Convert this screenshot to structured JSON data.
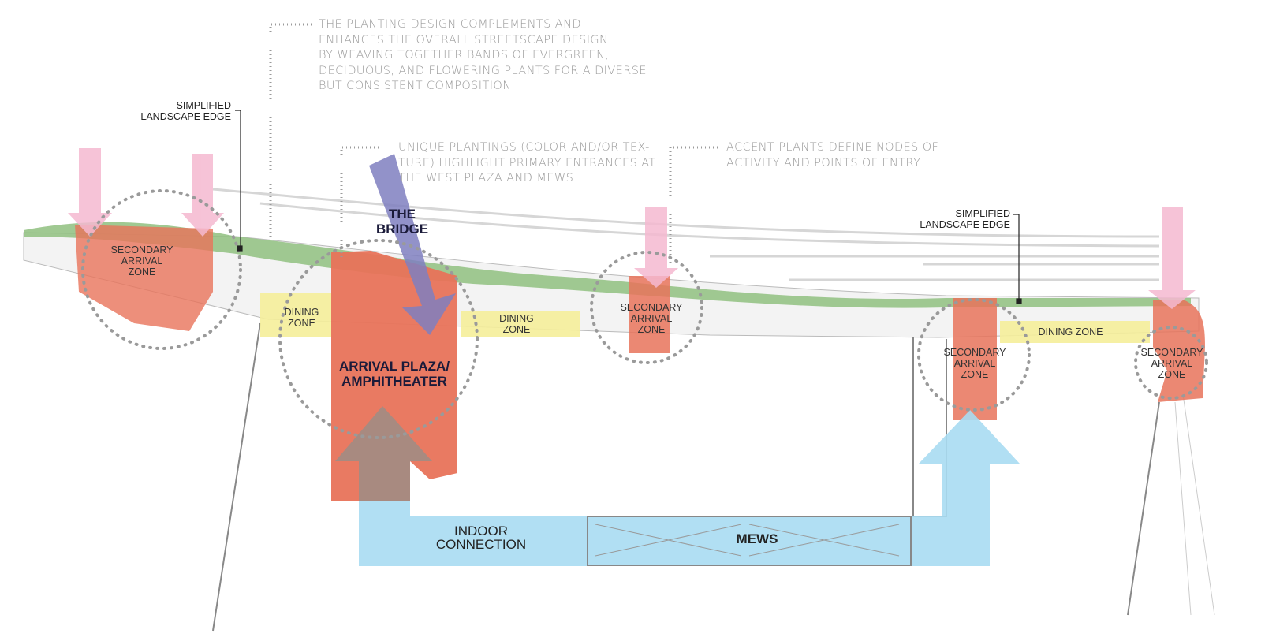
{
  "notes": {
    "planting": "THE PLANTING DESIGN COMPLEMENTS AND\nENHANCES THE OVERALL STREETSCAPE DESIGN\nBY WEAVING TOGETHER BANDS OF EVERGREEN,\nDECIDUOUS, AND FLOWERING PLANTS FOR A DIVERSE\nBUT CONSISTENT COMPOSITION",
    "unique": "UNIQUE PLANTINGS (COLOR AND/OR TEX-\nTURE) HIGHLIGHT PRIMARY ENTRANCES AT\nTHE WEST PLAZA AND MEWS",
    "accent": "ACCENT PLANTS DEFINE NODES OF\nACTIVITY AND POINTS OF ENTRY"
  },
  "callouts": {
    "landscape_edge_west": "SIMPLIFIED\nLANDSCAPE EDGE",
    "landscape_edge_east": "SIMPLIFIED\nLANDSCAPE EDGE"
  },
  "zones": {
    "secondary_1": "SECONDARY\nARRIVAL\nZONE",
    "secondary_2": "SECONDARY\nARRIVAL\nZONE",
    "secondary_3": "SECONDARY\nARRIVAL\nZONE",
    "secondary_4": "SECONDARY\nARRIVAL\nZONE",
    "dining_1": "DINING\nZONE",
    "dining_2": "DINING\nZONE",
    "dining_3": "DINING ZONE",
    "arrival_plaza": "ARRIVAL PLAZA/\nAMPHITHEATER",
    "bridge": "THE\nBRIDGE",
    "indoor": "INDOOR\nCONNECTION",
    "mews": "MEWS"
  },
  "colors": {
    "green": "#8fbf7f",
    "salmon": "#e8735a",
    "yellow": "#f5ee9a",
    "pink": "#f5b8d0",
    "blue": "#a8dcf2",
    "purple": "#7f7fc0"
  }
}
